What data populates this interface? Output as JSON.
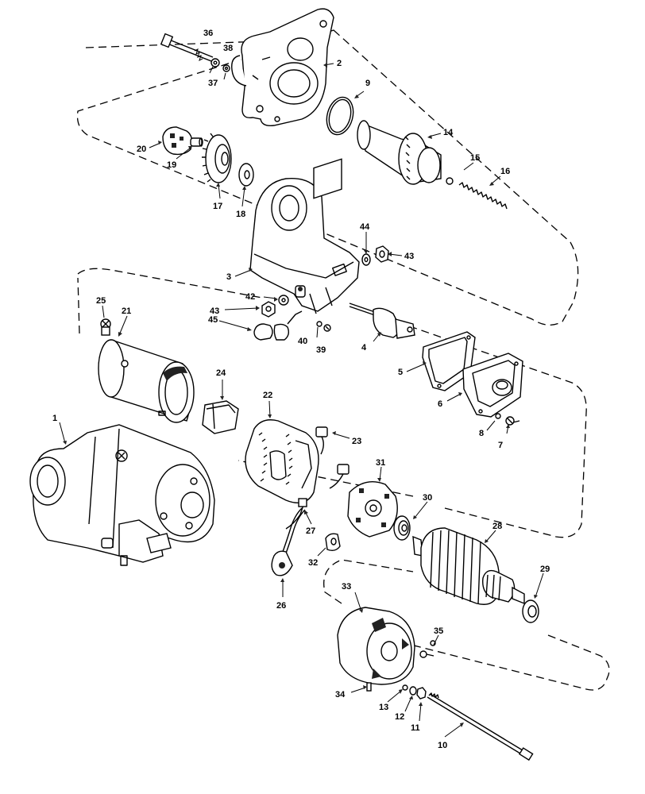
{
  "callouts": {
    "c1": "1",
    "c2": "2",
    "c3": "3",
    "c4": "4",
    "c5": "5",
    "c6": "6",
    "c7": "7",
    "c8": "8",
    "c9": "9",
    "c10": "10",
    "c11": "11",
    "c12": "12",
    "c13": "13",
    "c14": "14",
    "c15": "15",
    "c16": "16",
    "c17": "17",
    "c18": "18",
    "c19": "19",
    "c20": "20",
    "c21": "21",
    "c22": "22",
    "c23": "23",
    "c24": "24",
    "c25": "25",
    "c26": "26",
    "c27": "27",
    "c28": "28",
    "c29": "29",
    "c30": "30",
    "c31": "31",
    "c32": "32",
    "c33": "33",
    "c34": "34",
    "c35": "35",
    "c36": "36",
    "c37": "37",
    "c38": "38",
    "c39": "39",
    "c40": "40",
    "c42": "42",
    "c43a": "43",
    "c43b": "43",
    "c44": "44",
    "c45": "45"
  },
  "colors": {
    "ink": "#000000",
    "paper": "#ffffff"
  }
}
